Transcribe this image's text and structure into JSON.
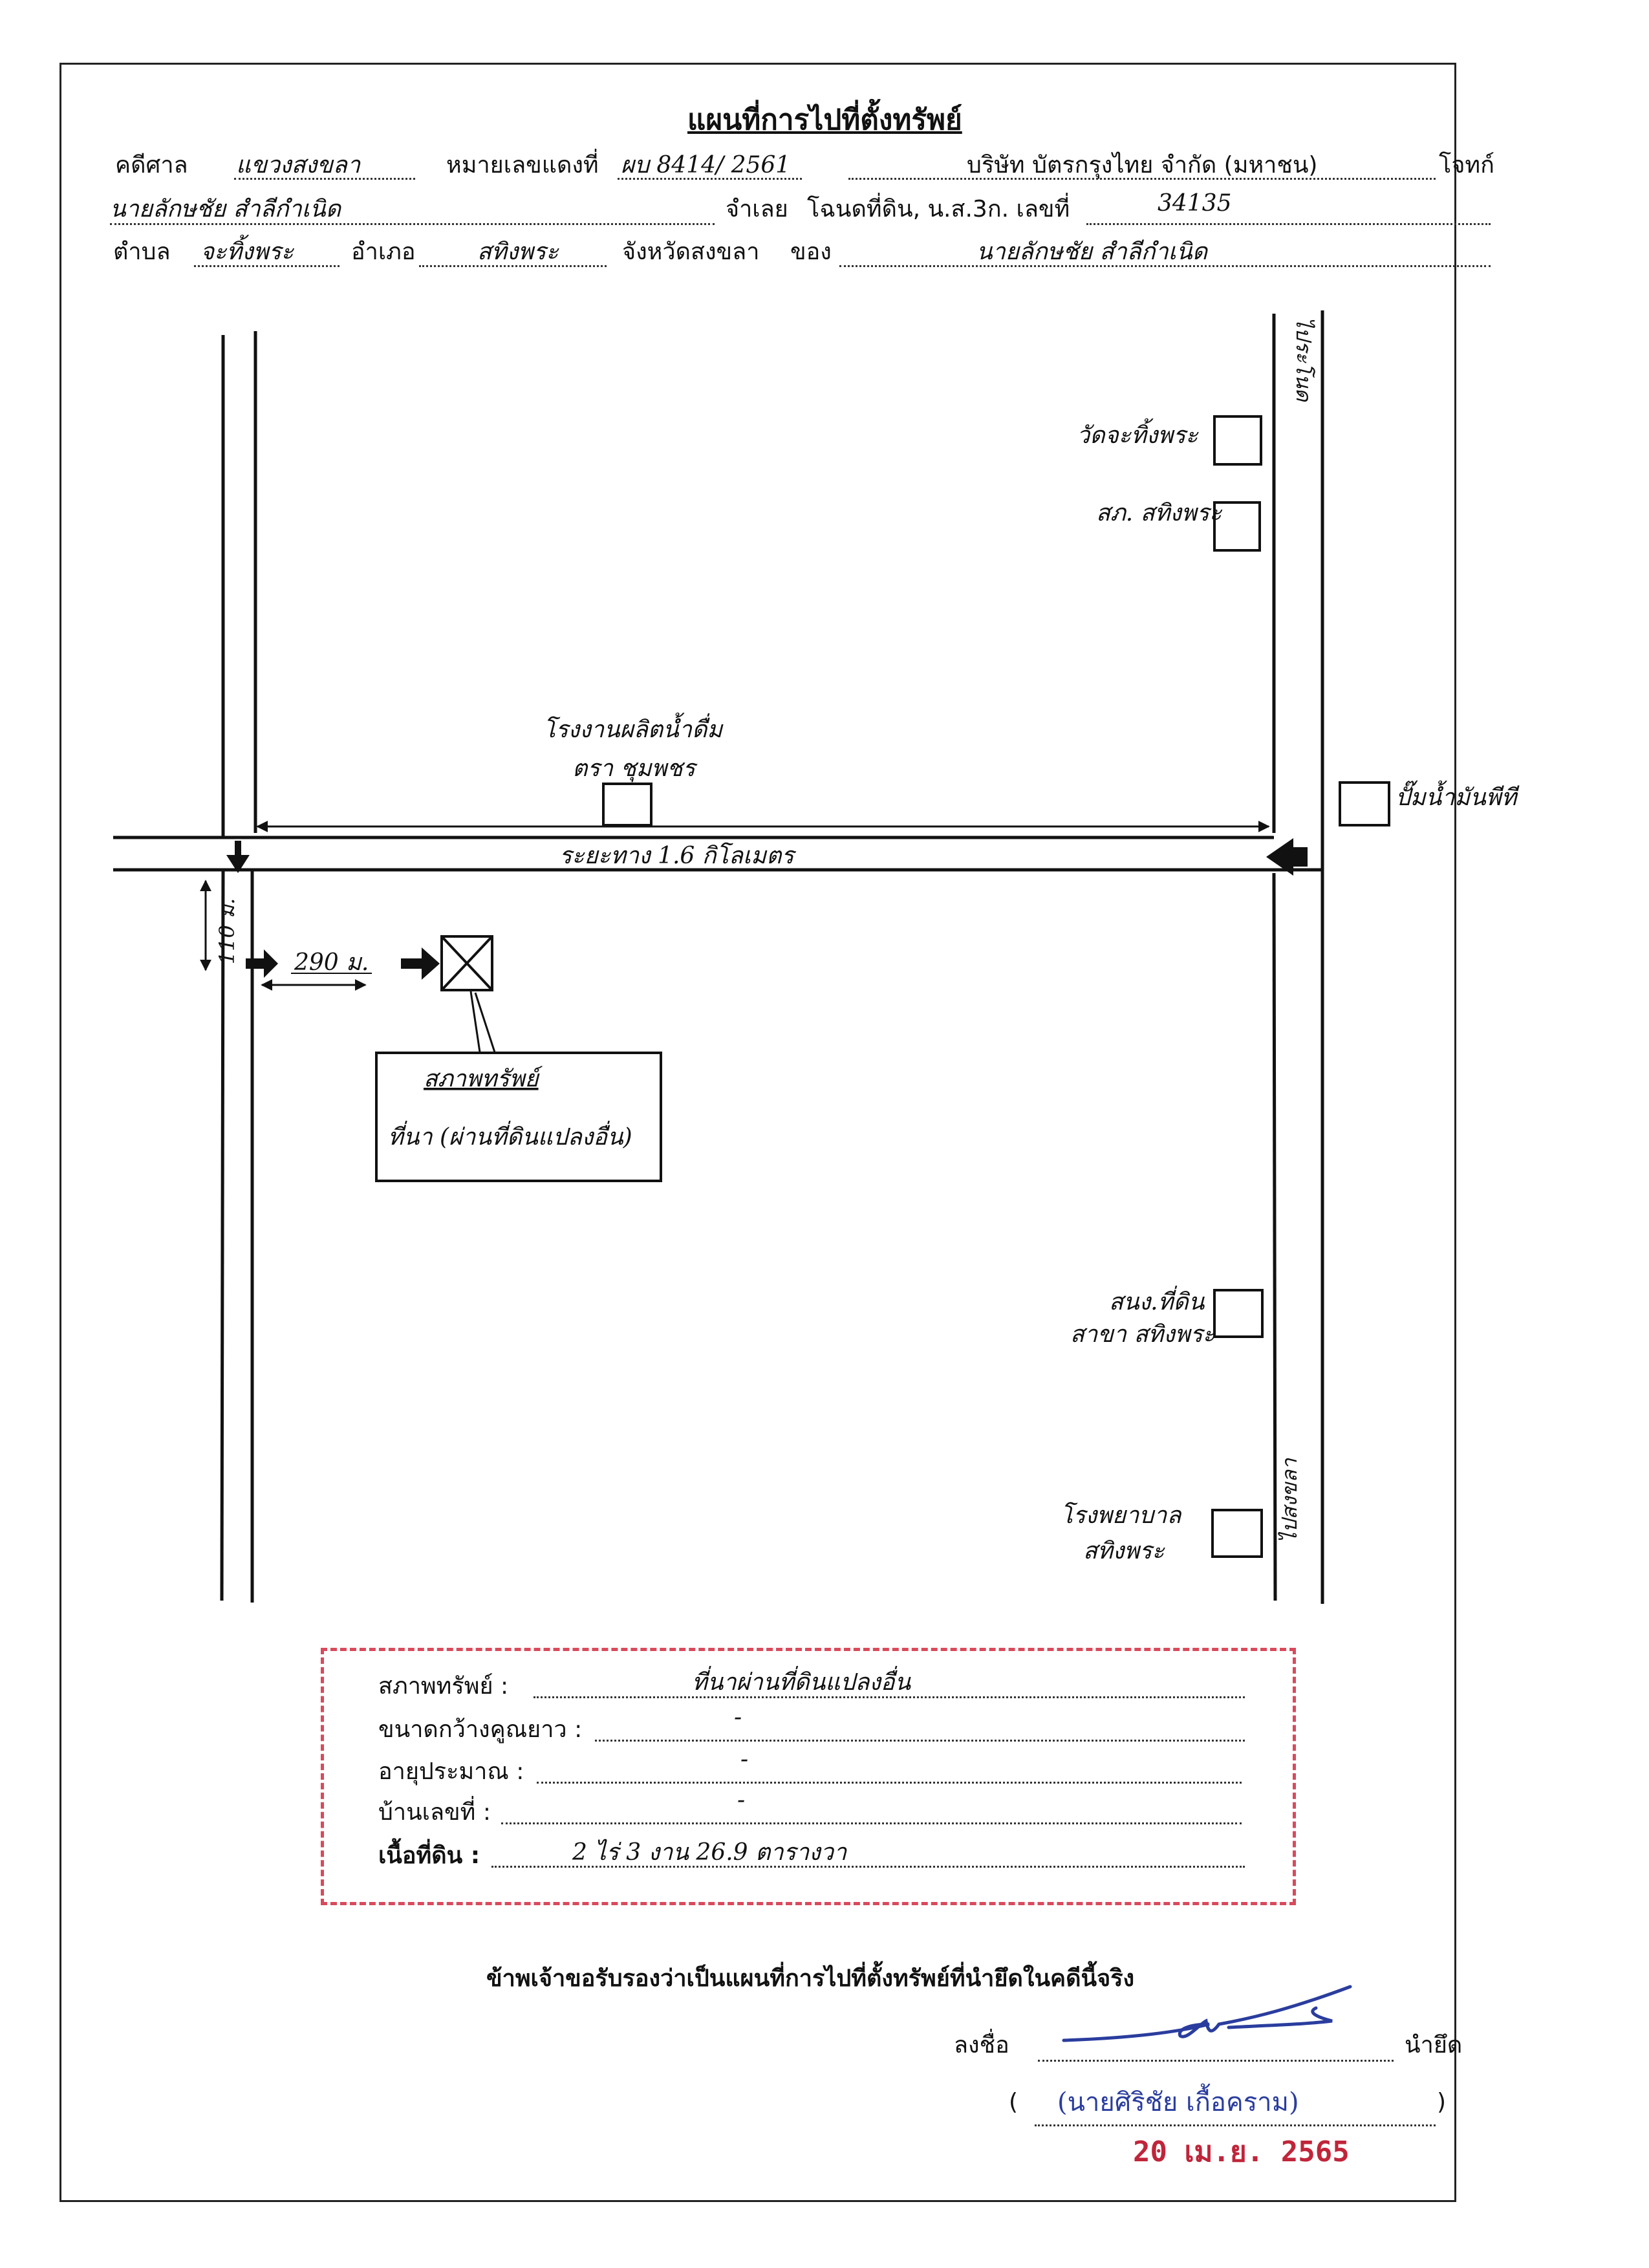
{
  "header": {
    "title": "แผนที่การไปที่ตั้งทรัพย์",
    "court_label": "คดีศาล",
    "court_value": "แขวงสงขลา",
    "case_label": "หมายเลขแดงที่",
    "case_value": "ผบ 8414/ 2561",
    "plaintiff_value": "บริษัท บัตรกรุงไทย จำกัด (มหาชน)",
    "plaintiff_label": "โจทก์",
    "defendant_value": "นายลักษชัย   สำลีกำเนิด",
    "defendant_label": "จำเลย",
    "deed_label": "โฉนดที่ดิน, น.ส.3ก. เลขที่",
    "deed_value": "34135",
    "subdistrict_label": "ตำบล",
    "subdistrict_value": "จะทิ้งพระ",
    "district_label": "อำเภอ",
    "district_value": "สทิงพระ",
    "province_label": "จังหวัดสงขลา",
    "owner_label": "ของ",
    "owner_value": "นายลักษชัย   สำลีกำเนิด"
  },
  "map": {
    "to_ranot": "ไประโนด",
    "to_songkhla": "ไปสงขลา",
    "temple": "วัดจะทิ้งพระ",
    "police": "สภ. สทิงพระ",
    "factory_line1": "โรงงานผลิตน้ำดื่ม",
    "factory_line2": "ตรา ชุมพชร",
    "petrol": "ปั๊มน้ำมันพีที",
    "distance_road": "ระยะทาง 1.6 กิโลเมตร",
    "dist_vertical": "110 ม.",
    "dist_horizontal": "290 ม.",
    "callout_title": "สภาพทรัพย์",
    "callout_value": "ที่นา (ผ่านที่ดินแปลงอื่น)",
    "land_office_line1": "สนง.ที่ดิน",
    "land_office_line2": "สาขา สทิงพระ",
    "hospital_line1": "โรงพยาบาล",
    "hospital_line2": "สทิงพระ"
  },
  "info": {
    "condition_label": "สภาพทรัพย์ :",
    "condition_value": "ที่นาผ่านที่ดินแปลงอื่น",
    "size_label": "ขนาดกว้างคูณยาว :",
    "size_value": "-",
    "age_label": "อายุประมาณ :",
    "age_value": "-",
    "house_label": "บ้านเลขที่ :",
    "house_value": "-",
    "area_label": "เนื้อที่ดิน :",
    "area_value": "2  ไร่    3  งาน    26.9  ตารางวา"
  },
  "footer": {
    "certification": "ข้าพเจ้าขอรับรองว่าเป็นแผนที่การไปที่ตั้งทรัพย์ที่นำยึดในคดีนี้จริง",
    "sign_label": "ลงชื่อ",
    "role_label": "นำยึด",
    "open_paren": "(",
    "signer_name": "(นายศิริชัย  เกื้อคราม)",
    "close_paren": ")",
    "stamp_date": "20 เม.ย. 2565"
  }
}
